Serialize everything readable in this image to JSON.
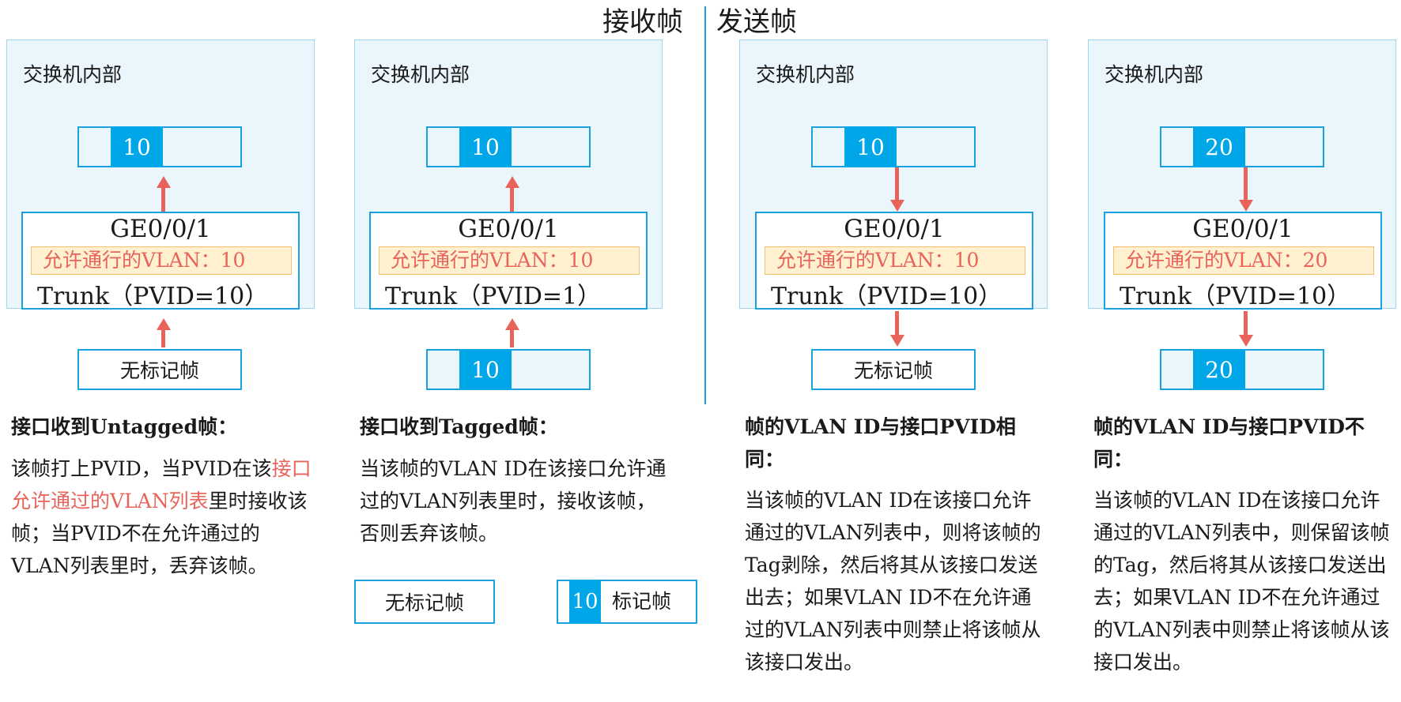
{
  "header": {
    "receive_title": "接收帧",
    "send_title": "发送帧"
  },
  "panel_label": "交换机内部",
  "port_name": "GE0/0/1",
  "untagged_frame": "无标记帧",
  "panels": [
    {
      "vlan_tag": "10",
      "allowed": "允许通行的VLAN：10",
      "trunk": "Trunk（PVID=10）"
    },
    {
      "vlan_tag": "10",
      "allowed": "允许通行的VLAN：10",
      "trunk": "Trunk（PVID=1）",
      "incoming_tag": "10"
    },
    {
      "vlan_tag": "10",
      "allowed": "允许通行的VLAN：10",
      "trunk": "Trunk（PVID=10）"
    },
    {
      "vlan_tag": "20",
      "allowed": "允许通行的VLAN：20",
      "trunk": "Trunk（PVID=10）",
      "outgoing_tag": "20"
    }
  ],
  "descriptions": [
    {
      "heading": "接口收到Untagged帧：",
      "text_before": "该帧打上PVID，当PVID在该",
      "highlight": "接口允许通过的VLAN列表",
      "text_after": "里时接收该帧；当PVID不在允许通过的VLAN列表里时，丢弃该帧。"
    },
    {
      "heading": "接口收到Tagged帧：",
      "text": "当该帧的VLAN ID在该接口允许通过的VLAN列表里时，接收该帧，否则丢弃该帧。"
    },
    {
      "heading": "帧的VLAN ID与接口PVID相同：",
      "text": "当该帧的VLAN ID在该接口允许通过的VLAN列表中，则将该帧的Tag剥除，然后将其从该接口发送出去；如果VLAN ID不在允许通过的VLAN列表中则禁止将该帧从该接口发出。"
    },
    {
      "heading": "帧的VLAN ID与接口PVID不同：",
      "text": "当该帧的VLAN ID在该接口允许通过的VLAN列表中，则保留该帧的Tag，然后将其从该接口发送出去；如果VLAN ID不在允许通过的VLAN列表中则禁止将该帧从该接口发出。"
    }
  ],
  "legend": {
    "untagged": "无标记帧",
    "tag_value": "10",
    "tagged": "标记帧"
  },
  "colors": {
    "accent_blue": "#00a7e8",
    "border_blue": "#1aa0dc",
    "panel_bg": "#eaf6fc",
    "highlight_red": "#e8645a",
    "allowed_bg": "#fff0d0"
  }
}
